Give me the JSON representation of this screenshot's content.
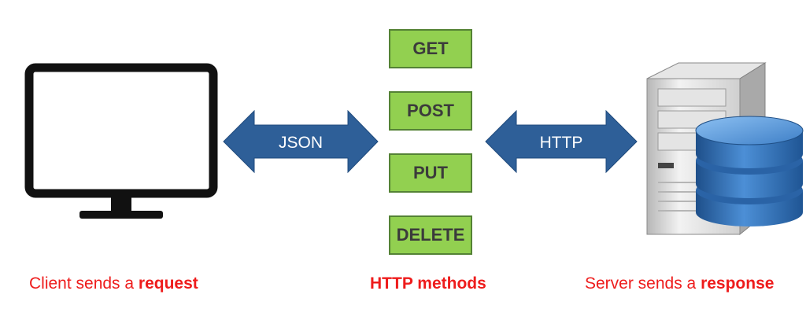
{
  "methods": [
    "GET",
    "POST",
    "PUT",
    "DELETE"
  ],
  "arrows": {
    "left_label": "JSON",
    "right_label": "HTTP"
  },
  "captions": {
    "client_prefix": "Client sends a ",
    "client_bold": "request",
    "methods": "HTTP methods",
    "server_prefix": "Server sends a ",
    "server_bold": "response"
  },
  "colors": {
    "method_fill": "#92d050",
    "method_border": "#548235",
    "arrow_fill": "#2e5f98",
    "caption_red": "#ee1c1c",
    "database_blue": "#2f6fb5"
  },
  "icons": {
    "client": "monitor-icon",
    "server": "server-icon",
    "database": "database-icon"
  }
}
